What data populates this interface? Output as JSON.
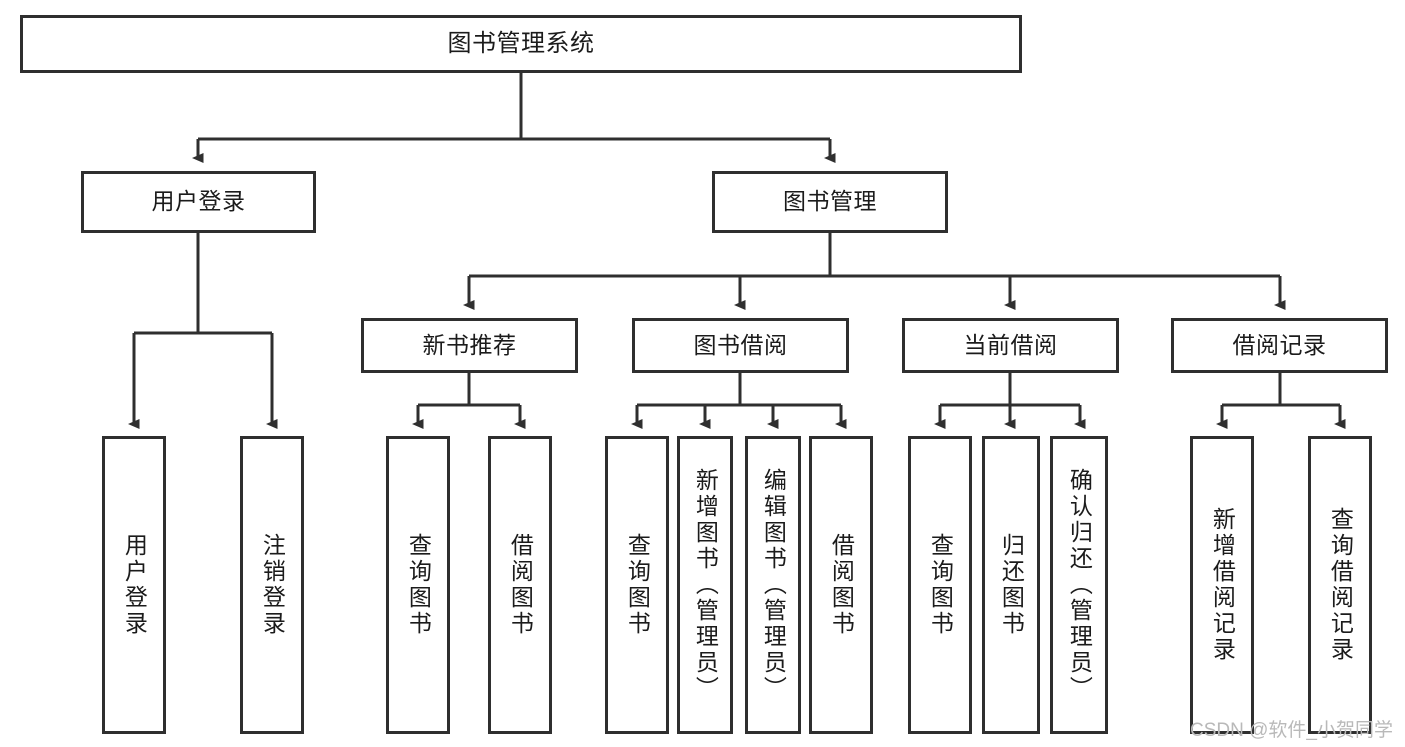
{
  "diagram": {
    "title": "图书管理系统",
    "watermark": "CSDN @软件_小贺同学",
    "colors": {
      "stroke": "#2f2f2f",
      "fill": "#ffffff",
      "text": "#1b1b1b",
      "watermark": "#b9b9b9"
    },
    "levels": {
      "root": "图书管理系统",
      "level2": [
        "用户登录",
        "图书管理"
      ],
      "level3": [
        "新书推荐",
        "图书借阅",
        "当前借阅",
        "借阅记录"
      ]
    },
    "nodes": {
      "root": {
        "label": "图书管理系统"
      },
      "user_login": {
        "label": "用户登录"
      },
      "book_manage": {
        "label": "图书管理"
      },
      "new_book_rec": {
        "label": "新书推荐"
      },
      "book_borrow": {
        "label": "图书借阅"
      },
      "current_borrow": {
        "label": "当前借阅"
      },
      "borrow_record": {
        "label": "借阅记录"
      },
      "leaf_user_login": {
        "label": "用户登录"
      },
      "leaf_logout": {
        "label": "注销登录"
      },
      "leaf_query_book_1": {
        "label": "查询图书"
      },
      "leaf_borrow_book_1": {
        "label": "借阅图书"
      },
      "leaf_query_book_2": {
        "label": "查询图书"
      },
      "leaf_add_book": {
        "label": "新增图书（管理员）"
      },
      "leaf_edit_book": {
        "label": "编辑图书（管理员）"
      },
      "leaf_borrow_book_2": {
        "label": "借阅图书"
      },
      "leaf_query_book_3": {
        "label": "查询图书"
      },
      "leaf_return_book": {
        "label": "归还图书"
      },
      "leaf_confirm_return": {
        "label": "确认归还（管理员）"
      },
      "leaf_add_record": {
        "label": "新增借阅记录"
      },
      "leaf_query_record": {
        "label": "查询借阅记录"
      }
    }
  }
}
